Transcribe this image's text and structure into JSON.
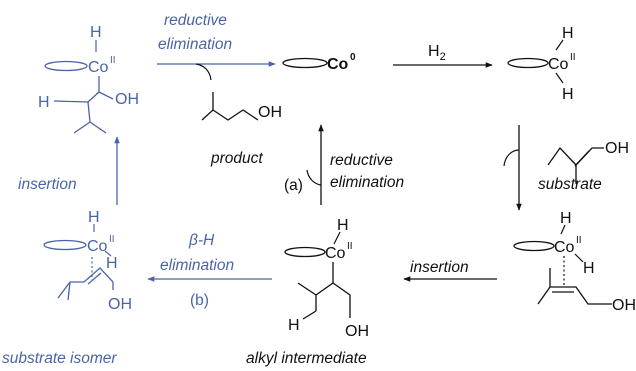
{
  "colors": {
    "blue": "#4a64a8",
    "black": "#111111"
  },
  "labels": {
    "reductive_elimination_top": [
      "reductive",
      "elimination"
    ],
    "reductive_elimination_mid": [
      "reductive",
      "elimination"
    ],
    "branch_a": "(a)",
    "product": "product",
    "substrate": "substrate",
    "insertion_left": "insertion",
    "insertion_bottom": "insertion",
    "beta_h_elimination": [
      "β-H",
      "elimination"
    ],
    "branch_b": "(b)",
    "substrate_isomer": "substrate isomer",
    "alkyl_intermediate": "alkyl intermediate",
    "h2": "H",
    "h2_sub": "2"
  },
  "species": {
    "co0": {
      "metal": "Co",
      "ox": "0"
    },
    "co_dihydride": {
      "metal": "Co",
      "ox": "II",
      "h_top": "H",
      "h_bottom": "H"
    },
    "co_substrate_complex": {
      "metal": "Co",
      "ox": "II",
      "h_top": "H",
      "h_right": "H",
      "oh": "OH"
    },
    "co_alkyl": {
      "metal": "Co",
      "ox": "II",
      "h_top": "H",
      "h_left": "H",
      "oh": "OH"
    },
    "co_isomer_complex": {
      "metal": "Co",
      "ox": "II",
      "h_top": "H",
      "h_right": "H",
      "oh": "OH"
    },
    "co_alkoxy_alkyl": {
      "metal": "Co",
      "ox": "II",
      "h_top": "H",
      "h_left": "H",
      "oh": "OH"
    },
    "product_mol": {
      "oh": "OH"
    },
    "substrate_mol": {
      "oh": "OH"
    }
  }
}
